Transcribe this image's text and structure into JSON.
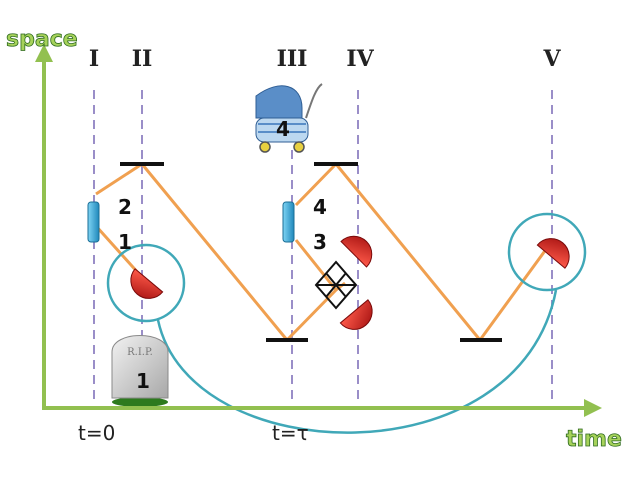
{
  "axes": {
    "y_label": "space",
    "x_label": "time",
    "ticks": [
      "t=0",
      "t=τ"
    ]
  },
  "columns": [
    "I",
    "II",
    "III",
    "IV",
    "V"
  ],
  "labels": {
    "photon_2": "2",
    "photon_1": "1",
    "photon_4": "4",
    "photon_3": "3",
    "pram_number": "4",
    "grave_number": "1",
    "grave_text": "R.I.P."
  },
  "colors": {
    "axis": "#92c050",
    "axis_label_fill": "#a6d25a",
    "axis_label_stroke": "#2e6b1f",
    "photon_path": "#f0a050",
    "detector": "#d42020",
    "mirror": "#111111",
    "source": "#3aa6d8",
    "circle": "#40a8b8",
    "dashed": "#9a8ec8"
  }
}
